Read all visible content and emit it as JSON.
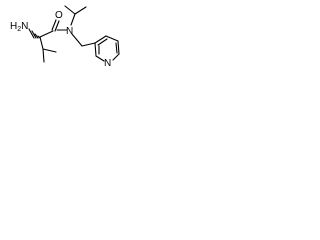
{
  "structure": {
    "atom_labels": {
      "amine": {
        "text": "H",
        "subscript": "2",
        "suffix": "N"
      },
      "carbonyl_oxygen": "O",
      "amide_nitrogen": "N",
      "pyridine_nitrogen": "N"
    },
    "colors": {
      "bond": "#000000",
      "text": "#000000",
      "background": "#ffffff"
    }
  }
}
